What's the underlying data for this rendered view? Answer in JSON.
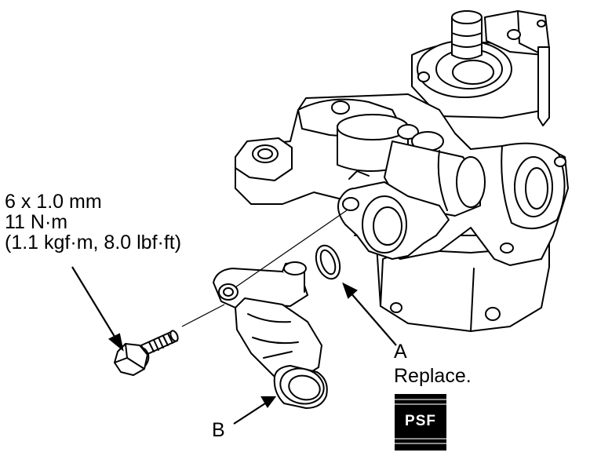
{
  "spec": {
    "size": "6 x 1.0 mm",
    "torque": "11 N·m",
    "torque_alt": "(1.1 kgf·m, 8.0 lbf·ft)"
  },
  "callouts": {
    "a_letter": "A",
    "a_note": "Replace.",
    "b_letter": "B"
  },
  "badge": {
    "text": "PSF"
  },
  "parts": {
    "pump": "power-steering-pump-icon",
    "inlet": "suction-inlet-joint-icon",
    "oring": "o-ring-icon",
    "bolt": "flange-bolt-icon"
  }
}
